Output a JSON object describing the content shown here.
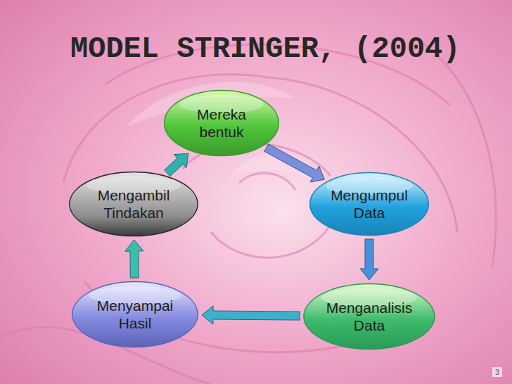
{
  "diagram": {
    "title": "MODEL STRINGER, (2004)",
    "nodes": [
      {
        "text": [
          "Mereka bentuk"
        ]
      },
      {
        "text": [
          "Mengumpul Data"
        ]
      },
      {
        "text": [
          "Menganalisis Data"
        ]
      },
      {
        "text": [
          "Menyampai Hasil"
        ]
      },
      {
        "text": [
          "Mengambil Tindakan"
        ]
      }
    ],
    "edges": [
      {
        "from": 0,
        "to": 1,
        "arrow": "to"
      },
      {
        "from": 1,
        "to": 2,
        "arrow": "to"
      },
      {
        "from": 2,
        "to": 3,
        "arrow": "to"
      },
      {
        "from": 3,
        "to": 4,
        "arrow": "to"
      },
      {
        "from": 4,
        "to": 0,
        "arrow": "to"
      }
    ],
    "labels": [
      "3"
    ]
  }
}
